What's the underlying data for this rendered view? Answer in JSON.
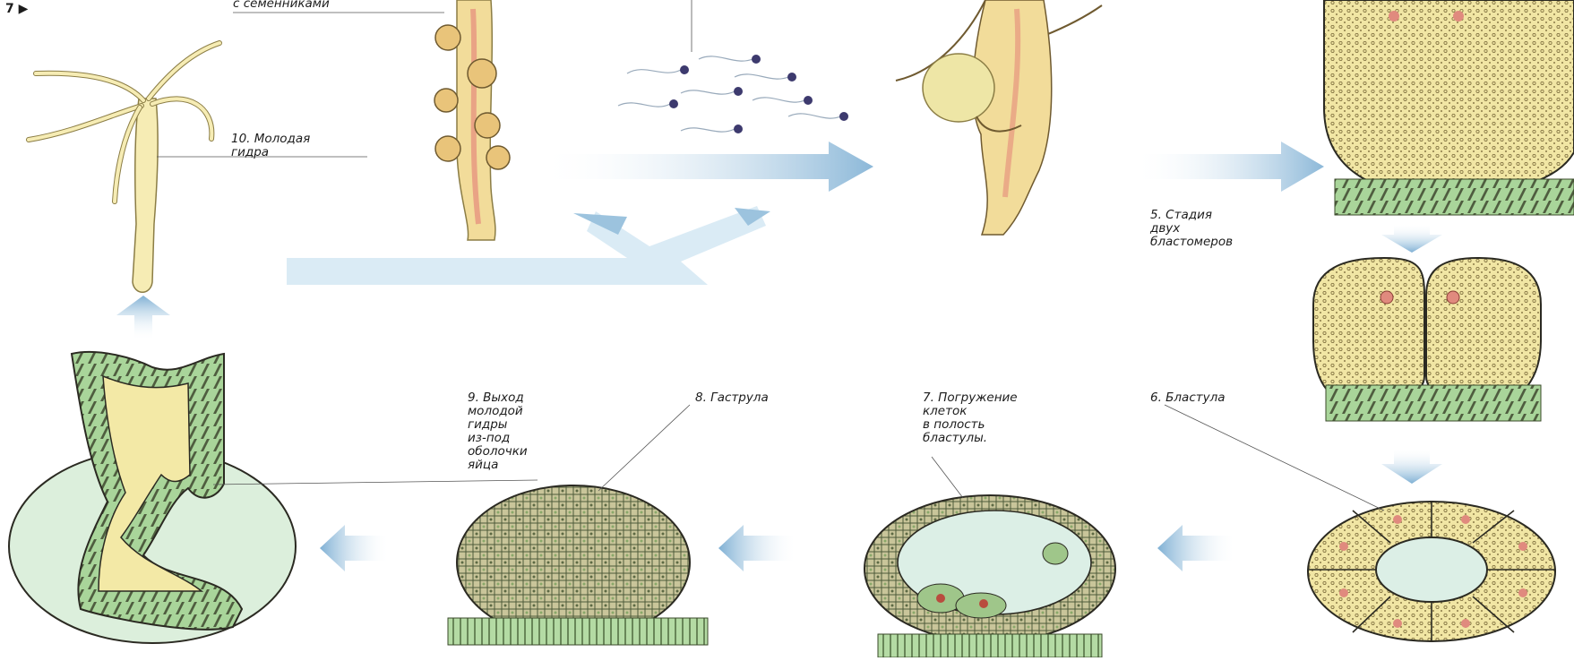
{
  "header": {
    "page_marker": "7",
    "page_arrow": "▶"
  },
  "labels": {
    "testes": "с семенниками",
    "young_hydra": [
      "10. Молодая",
      "гидра"
    ],
    "two_blastomeres": [
      "5. Стадия",
      "двух",
      "бластомеров"
    ],
    "exit": [
      "9. Выход",
      "молодой",
      "гидры",
      "из-под",
      "оболочки",
      "яйца"
    ],
    "gastrula": "8. Гаструла",
    "immersion": [
      "7. Погружение",
      "клеток",
      "в полость",
      "бластулы."
    ],
    "blastula": "6. Бластула"
  },
  "colors": {
    "arrow": "#bcd9ec",
    "body_cream": "#f3e9a6",
    "cell_red": "#e08a7e",
    "tissue_green": "#9fcf8f",
    "tissue_dark": "#4f5d3f",
    "outline": "#2b2a22"
  },
  "icons": [
    "sperm-icon",
    "arrow-icon"
  ]
}
